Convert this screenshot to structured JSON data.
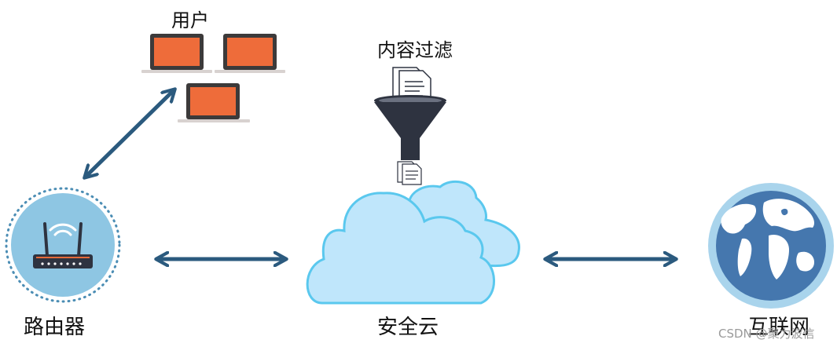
{
  "labels": {
    "users": "用户",
    "content_filter": "内容过滤",
    "router": "路由器",
    "security_cloud": "安全云",
    "internet": "互联网"
  },
  "watermark": "CSDN @聚力波信",
  "colors": {
    "laptop_screen": "#EE6C3A",
    "laptop_frame": "#3C3A3A",
    "arrow": "#2B5A7E",
    "router_circle": "#8EC6E3",
    "router_dots": "#4B8DB4",
    "cloud_fill": "#BFE6FB",
    "cloud_stroke": "#5AC8EE",
    "funnel": "#2E3340",
    "globe_ocean": "#4577AE",
    "globe_ring": "#A9D4EC"
  },
  "icons": [
    "laptop-icon",
    "funnel-icon",
    "document-icon",
    "router-icon",
    "cloud-icon",
    "globe-icon",
    "double-arrow-icon"
  ]
}
